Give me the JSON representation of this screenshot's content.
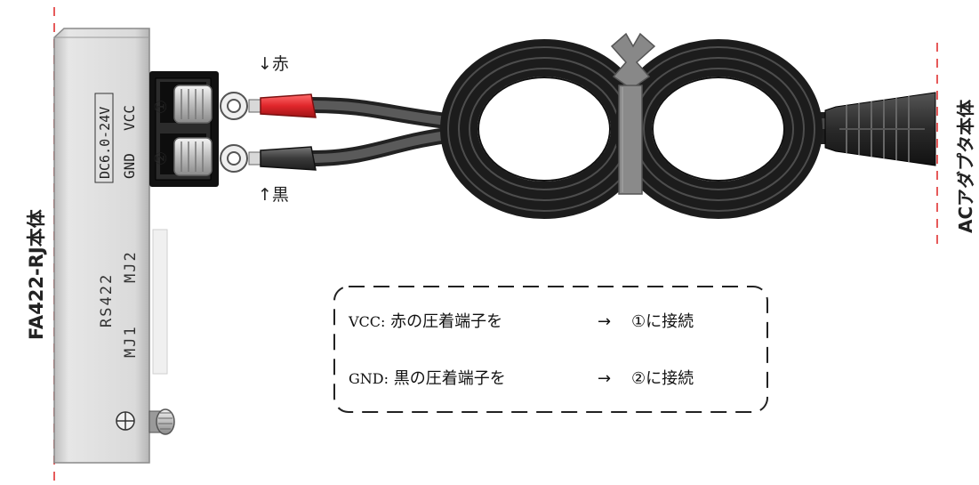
{
  "device_label": "FA422-RJ本体",
  "adapter_label": "ACアダプタ本体",
  "terminal_block": {
    "voltage_label": "DC6.0-24V",
    "vcc_label": "VCC",
    "gnd_label": "GND",
    "terminal_1": "①",
    "terminal_2": "②"
  },
  "device_panel": {
    "port_group": "RS422",
    "mj1": "MJ1",
    "mj2": "MJ2"
  },
  "wires": {
    "red_label": "↓赤",
    "black_label": "↑黒"
  },
  "instructions": {
    "vcc_line": {
      "prefix": "VCC:",
      "text": "赤の圧着端子を",
      "arrow": "→",
      "target": "①に接続"
    },
    "gnd_line": {
      "prefix": "GND:",
      "text": "黒の圧着端子を",
      "arrow": "→",
      "target": "②に接続"
    }
  },
  "colors": {
    "red_terminal": "#e0262b",
    "wire": "#3a3a3a",
    "panel": "#d9d9d9",
    "guide_line": "#e65a5a"
  }
}
